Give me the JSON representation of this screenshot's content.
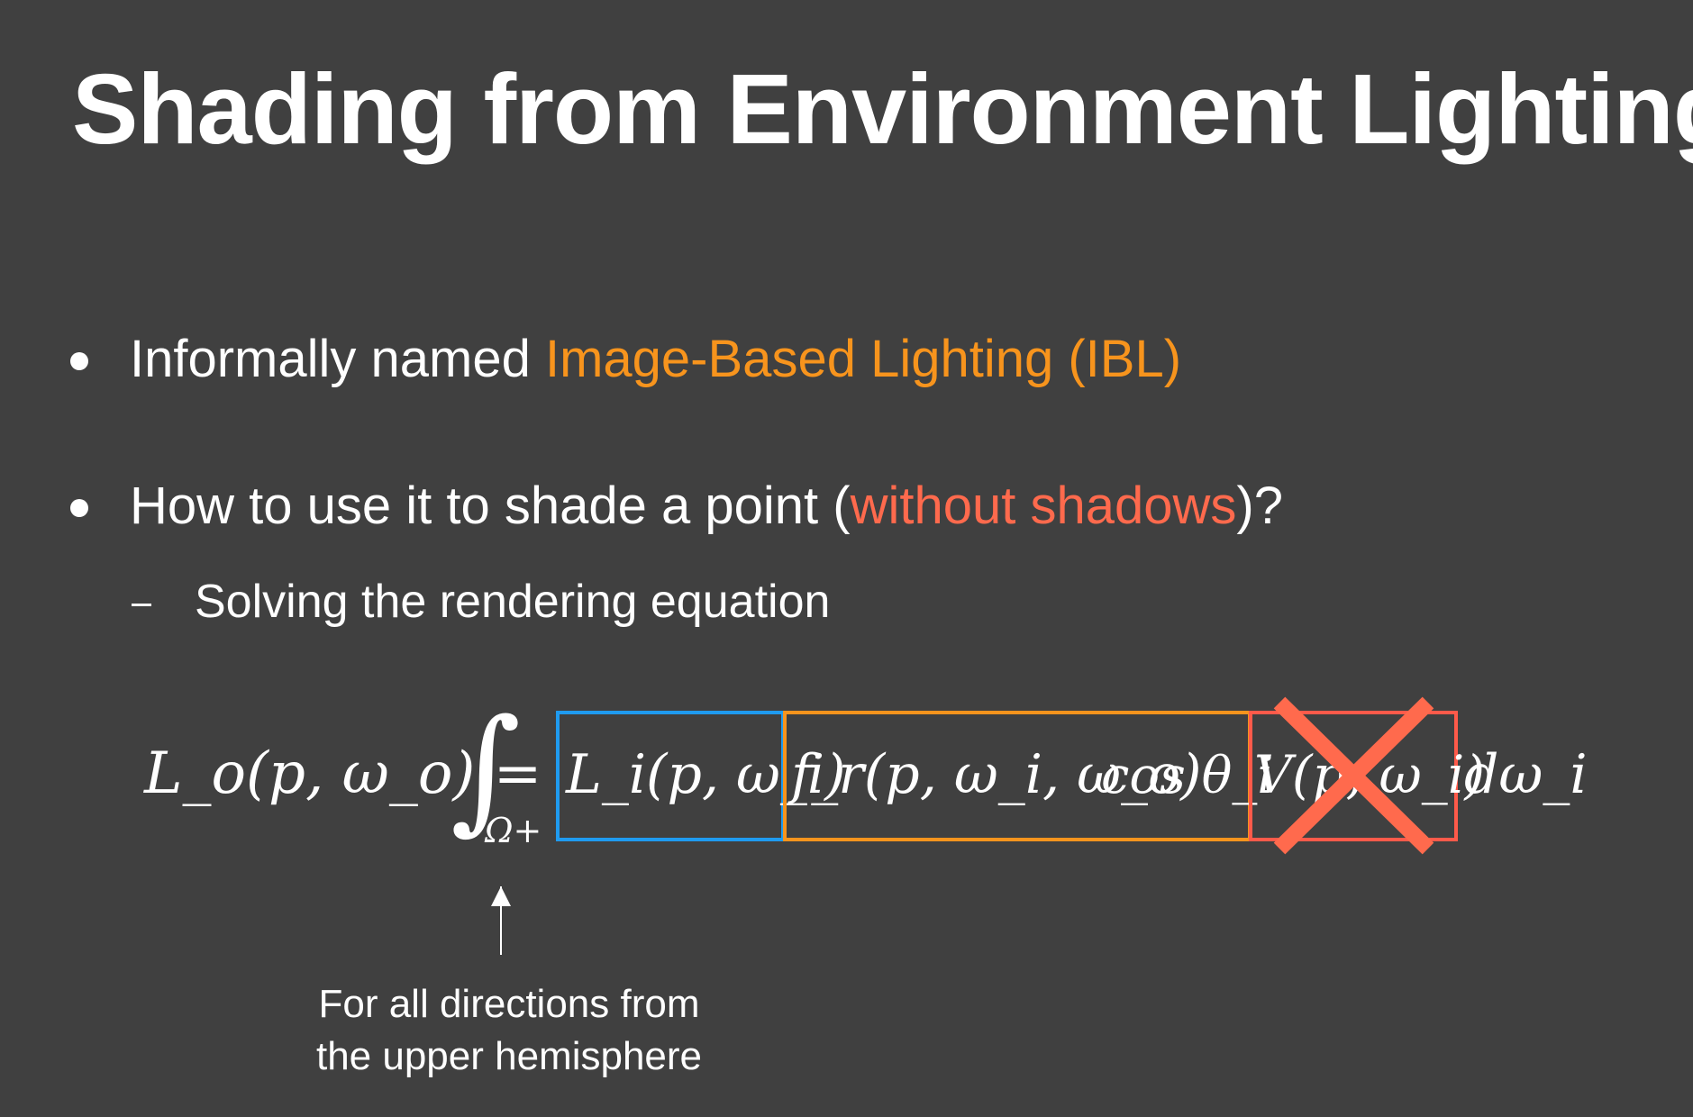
{
  "slide": {
    "title": "Shading from Environment Lighting",
    "bullets": [
      {
        "before": "Informally named ",
        "highlight": "Image-Based Lighting (IBL)",
        "after": ""
      },
      {
        "before": "How to use it to shade a point (",
        "highlight": "without shadows",
        "after": ")?"
      }
    ],
    "sub_bullet": "Solving the rendering equation",
    "caption": [
      "For all directions from",
      "the upper hemisphere"
    ]
  },
  "equation": {
    "lhs": "L_o(p, ω_o) =",
    "integral_domain": "Ω+",
    "incident_term": "L_i(p, ω_i)",
    "brdf_term": "f_r(p, ω_i, ω_o)",
    "cos_term": "cos θ_i",
    "visibility_term": "V(p, ω_i)",
    "differential": "dω_i"
  },
  "colors": {
    "background": "#404040",
    "text": "#ffffff",
    "orange_highlight": "#f7941d",
    "red_highlight": "#ff6a4d",
    "box_incident": "#1f9bf0",
    "box_brdf": "#f7941d",
    "box_visibility": "#ff5a4a",
    "cross": "#ff6a4d"
  }
}
